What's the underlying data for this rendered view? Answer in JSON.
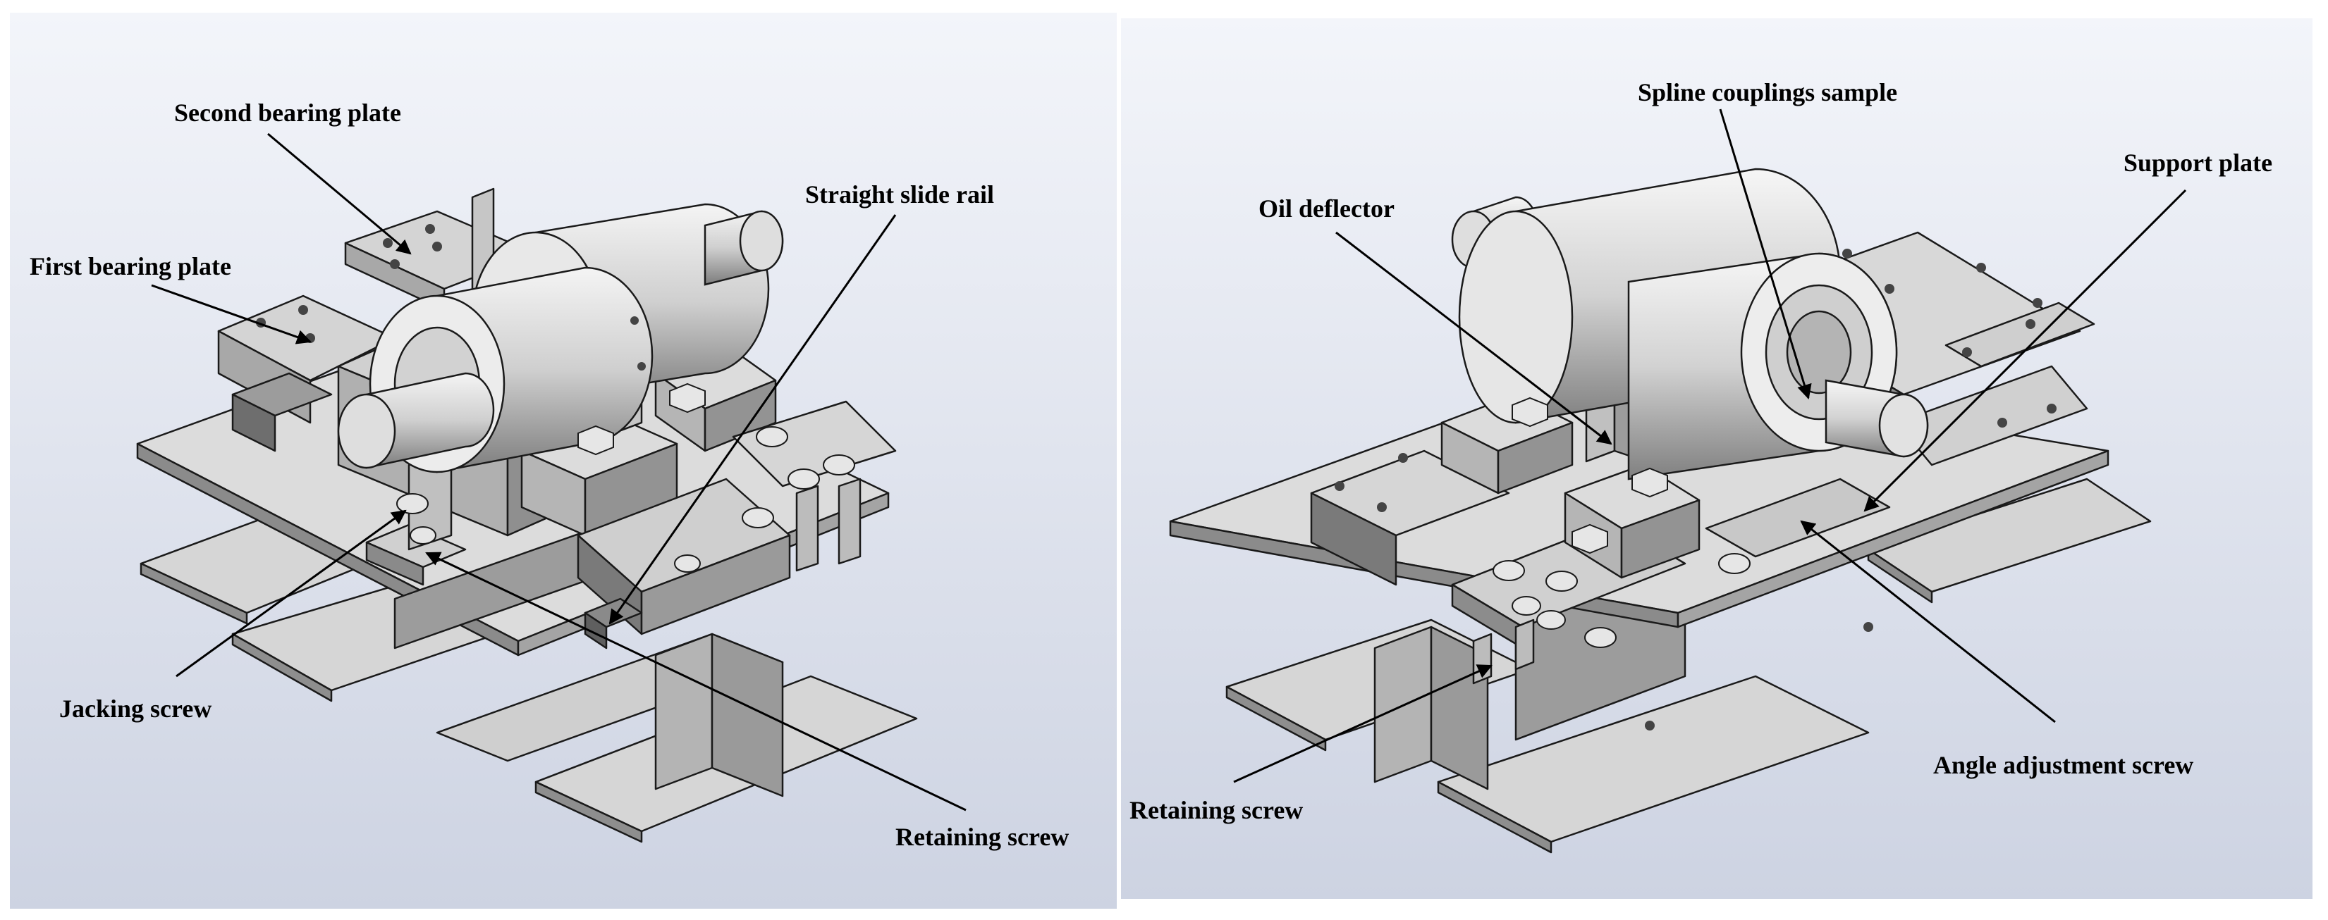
{
  "figure": {
    "left_panel": {
      "labels": {
        "second_bearing_plate": "Second bearing plate",
        "first_bearing_plate": "First bearing plate",
        "straight_slide_rail": "Straight slide rail",
        "jacking_screw": "Jacking screw",
        "retaining_screw": "Retaining screw"
      }
    },
    "right_panel": {
      "labels": {
        "spline_couplings_sample": "Spline couplings sample",
        "support_plate": "Support plate",
        "oil_deflector": "Oil deflector",
        "retaining_screw": "Retaining screw",
        "angle_adjustment_screw": "Angle adjustment screw"
      }
    }
  },
  "colors": {
    "background_top": "#eef1f8",
    "background_bottom": "#c9d0e0",
    "metal_light": "#d8d8d8",
    "metal_mid": "#b8b8b8",
    "metal_dark": "#8e8e8e",
    "edge": "#1a1a1a"
  }
}
